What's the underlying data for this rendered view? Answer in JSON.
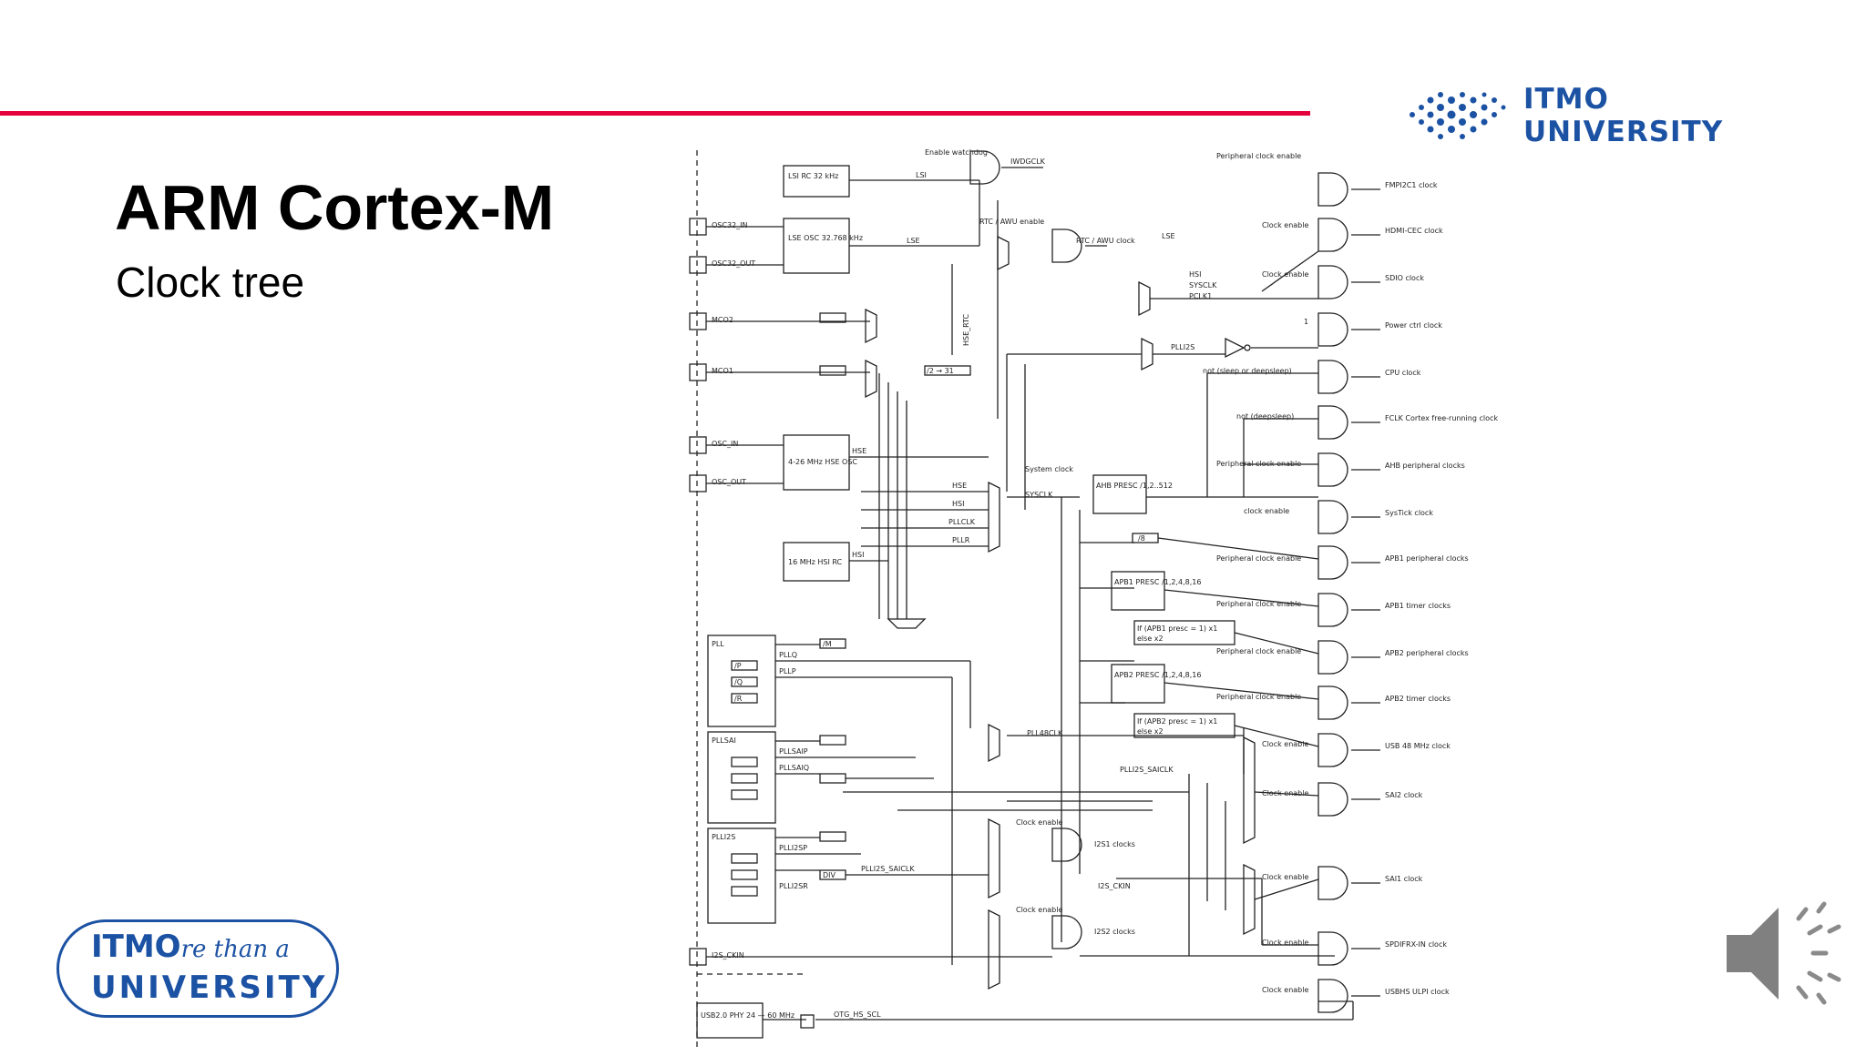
{
  "header": {
    "logo_text": "ITMO UNIVERSITY",
    "accent_color": "#e4003a",
    "brand_color": "#1c52a3"
  },
  "slide": {
    "title": "ARM Cortex-M",
    "subtitle": "Clock tree"
  },
  "footer_logo": {
    "line1": "ITMO",
    "line1_script": "re than a",
    "line2": "UNIVERSITY"
  },
  "speaker": {
    "icon": "speaker-icon"
  },
  "diagram": {
    "sources": {
      "lsi": "LSI RC 32 kHz",
      "lse": "LSE OSC 32.768 kHz",
      "hse": "4-26 MHz HSE OSC",
      "hsi": "16 MHz HSI RC",
      "usb_phy": "USB2.0 PHY 24 — 60 MHz"
    },
    "pins": [
      "OSC32_IN",
      "OSC32_OUT",
      "MCO2",
      "MCO1",
      "OSC_IN",
      "OSC_OUT",
      "I2S_CKIN"
    ],
    "plls": [
      "PLL",
      "PLLSAI",
      "PLLI2S"
    ],
    "signals": [
      "LSI",
      "LSE",
      "HSE",
      "HSI",
      "PLLCLK",
      "PLLR",
      "SYSCLK",
      "PLL48CLK",
      "PLLI2S_SAICLK",
      "I2S_CKIN",
      "OTG_HS_SCL",
      "IWDGCLK",
      "RTC / AWU clock",
      "System clock",
      "Enable watchdog",
      "RTC / AWU enable",
      "PLLQ",
      "PLLP",
      "PLLSAIP",
      "PLLSAIQ",
      "PLLI2SP",
      "PLLI2SR",
      "/M",
      "/P",
      "/Q",
      "/R",
      "DIV",
      "/2 → 31"
    ],
    "prescalers": [
      "AHB PRESC /1,2..512",
      "APB1 PRESC /1,2,4,8,16",
      "APB2 PRESC /1,2,4,8,16",
      "/8"
    ],
    "timer_rule": [
      "If (APB1 presc = 1) x1",
      "else x2",
      "If (APB2 presc = 1) x1",
      "else x2"
    ],
    "outputs": [
      {
        "enable": "Peripheral clock enable",
        "name": "FMPI2C1 clock"
      },
      {
        "enable": "Clock enable",
        "name": "HDMI-CEC clock"
      },
      {
        "enable": "Clock enable",
        "name": "SDIO clock"
      },
      {
        "enable": "1",
        "name": "Power ctrl clock"
      },
      {
        "enable": "not (sleep or deepsleep)",
        "name": "CPU clock"
      },
      {
        "enable": "not (deepsleep)",
        "name": "FCLK Cortex free-running clock"
      },
      {
        "enable": "Peripheral clock enable",
        "name": "AHB peripheral clocks"
      },
      {
        "enable": "clock enable",
        "name": "SysTick clock"
      },
      {
        "enable": "Peripheral clock enable",
        "name": "APB1 peripheral clocks"
      },
      {
        "enable": "Peripheral clock enable",
        "name": "APB1 timer clocks"
      },
      {
        "enable": "Peripheral clock enable",
        "name": "APB2 peripheral clocks"
      },
      {
        "enable": "Peripheral clock enable",
        "name": "APB2 timer clocks"
      },
      {
        "enable": "Clock enable",
        "name": "USB 48 MHz clock"
      },
      {
        "enable": "Clock enable",
        "name": "SAI2 clock"
      },
      {
        "enable": "Clock enable",
        "name": "SAI1 clock"
      },
      {
        "enable": "Clock enable",
        "name": "SPDIFRX-IN clock"
      },
      {
        "enable": "Clock enable",
        "name": "USBHS ULPI clock"
      }
    ],
    "i2s": [
      {
        "enable": "Clock enable",
        "name": "I2S1 clocks"
      },
      {
        "enable": "Clock enable",
        "name": "I2S2 clocks"
      }
    ],
    "mux_inputs": [
      "HSI",
      "LSE",
      "SYSCLK",
      "PCLK1",
      "PLLI2S",
      "HSE_RTC"
    ]
  }
}
